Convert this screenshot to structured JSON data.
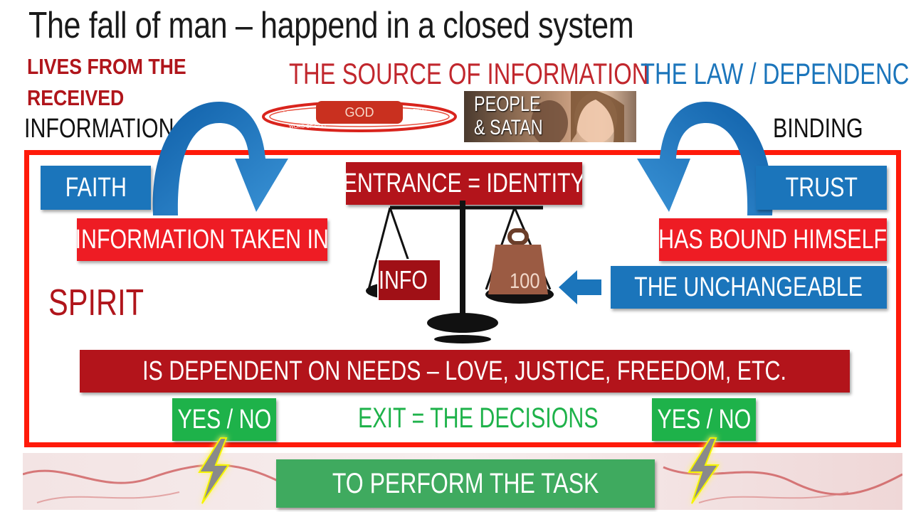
{
  "title": "The fall of man – happend in a closed system",
  "left_header": {
    "line1": "LIVES FROM THE",
    "line2": "RECEIVED",
    "line3": "INFORMATION"
  },
  "source_heading": "THE SOURCE OF INFORMATION",
  "law_heading": "THE LAW / DEPENDENCE",
  "binding_label": "BINDING",
  "god_ring": {
    "center": "GOD",
    "left_tag": "LOVE",
    "right_tag": "FRUIT",
    "bottom_tag": "WORD OF GOD"
  },
  "photo_label": {
    "line1": "PEOPLE",
    "line2": "& SATAN"
  },
  "faith_label": "FAITH",
  "info_taken_label": "INFORMATION TAKEN IN",
  "entrance_label": "ENTRANCE = IDENTITY",
  "info_weight_label": "INFO",
  "weight_number": "100",
  "trust_label": "TRUST",
  "has_bound_label": "HAS BOUND HIMSELF",
  "unchangeable_label": "THE UNCHANGEABLE",
  "spirit_label": "SPIRIT",
  "dependent_label": "IS DEPENDENT ON NEEDS – LOVE, JUSTICE, FREEDOM, ETC.",
  "yes_no_left": "YES / NO",
  "yes_no_right": "YES / NO",
  "exit_label": "EXIT = THE DECISIONS",
  "task_label": "TO PERFORM THE TASK",
  "colors": {
    "blue": "#1b75bb",
    "red": "#ee1c24",
    "dark_red": "#b3141b",
    "green": "#1eb24a",
    "frame": "#ff1a0a"
  }
}
